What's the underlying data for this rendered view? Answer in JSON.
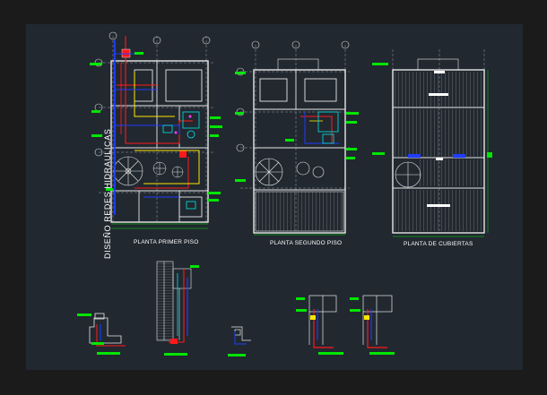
{
  "labels": {
    "title_vertical": "DISEÑO  REDES  HIDRAULICAS",
    "plan_first": "PLANTA PRIMER PISO",
    "plan_second": "PLANTA SEGUNDO PISO",
    "plan_roof": "PLANTA DE CUBIERTAS"
  },
  "colors": {
    "background": "#212830",
    "frame": "#1b1b1b",
    "walls": "#e8e8e8",
    "cold_water": "#1f3cff",
    "hot_water": "#ff1a1a",
    "gas": "#ffe600",
    "annotation": "#00e600",
    "fixtures": "#00e6e6",
    "pink": "#ff40ff"
  }
}
